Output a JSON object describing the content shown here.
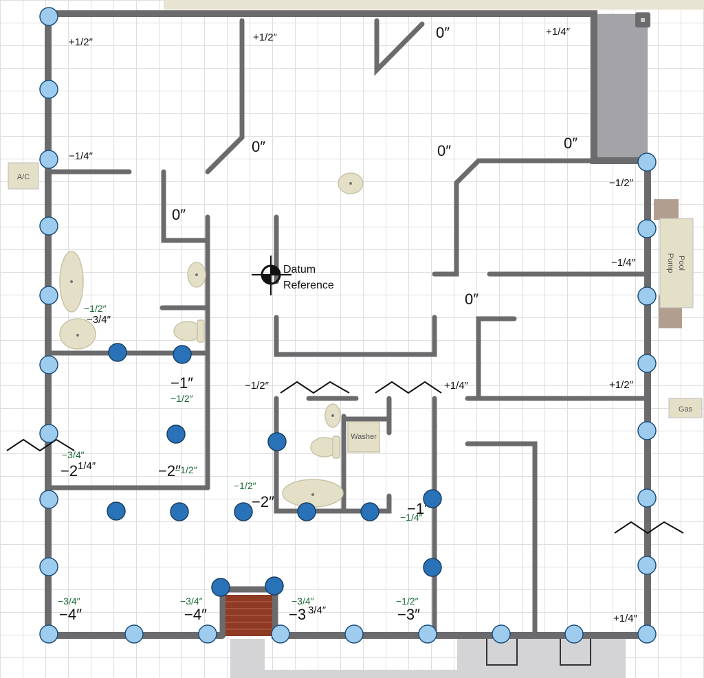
{
  "plan": {
    "datum": {
      "line1": "Datum",
      "line2": "Reference"
    },
    "labels": {
      "ac": "A/C",
      "pool_pump_1": "Pool",
      "pool_pump_2": "Pump",
      "gas": "Gas",
      "washer": "Washer"
    },
    "elevations": {
      "e1": "+1/2″",
      "e2": "+1/2″",
      "e3": "0″",
      "e4": "+1/4″",
      "e5": "−1/4″",
      "e6": "0″",
      "e7": "0″",
      "e8": "0″",
      "e9": "−1/2″",
      "e10": "0″",
      "e11": "−1/4″",
      "e12": "0″",
      "e13": "−1/2″",
      "e14": "−3/4″",
      "e15": "−1″",
      "e16": "−1/2″",
      "e17": "−1/2″",
      "e18": "+1/4″",
      "e19": "+1/2″",
      "e20": "−3/4″",
      "e21": "−2",
      "e22": "1/4″",
      "e23": "−2″",
      "e24": "−1/2″",
      "e25": "−1/2″",
      "e26": "−2″",
      "e27": "−1″",
      "e28": "−1/4″",
      "e29": "−3/4″",
      "e30": "−4″",
      "e31": "−3/4″",
      "e32": "−4″",
      "e33": "−3/4″",
      "e34": "−3",
      "e35": "3/4″",
      "e36": "−1/2″",
      "e37": "−3″",
      "e38": "+1/4″"
    },
    "colors": {
      "wall": "#6b6b6e",
      "pier_light": "#9dccef",
      "pier_dark": "#2a72b8",
      "fixture": "#e4e0c8",
      "garage": "#a3a3a8",
      "brick": "#8f3a24"
    }
  }
}
